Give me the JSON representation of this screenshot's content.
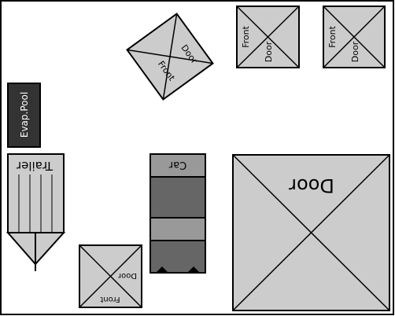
{
  "labels": {
    "evap_pool": "Evap.Pool",
    "trailer": "Trailer",
    "car": "Car",
    "front": "Front",
    "door": "Door"
  },
  "colors": {
    "background": "#ffffff",
    "outline": "#000000",
    "fill_light": "#cccccc",
    "fill_dark": "#333333",
    "car_top": "#999999",
    "car_body": "#666666",
    "car_mid": "#999999"
  }
}
